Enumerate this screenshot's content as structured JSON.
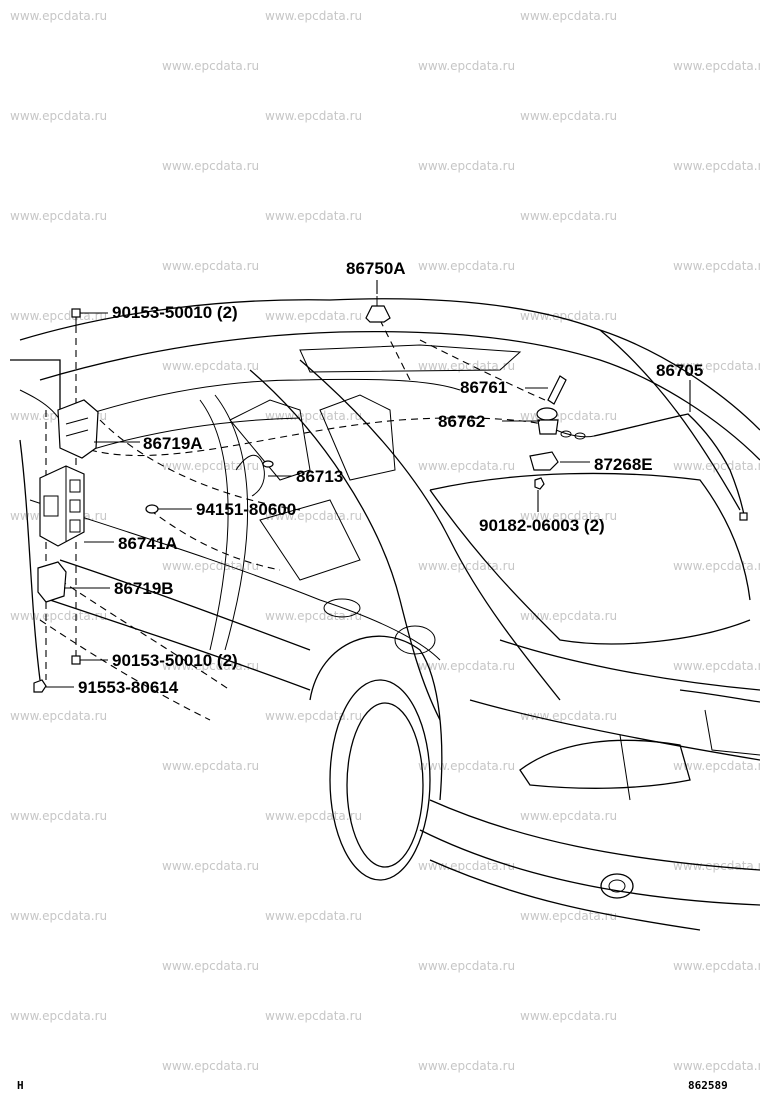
{
  "watermark": "www.epcdata.ru",
  "part_labels": {
    "p86750A": "86750A",
    "p90153_top": "90153-50010 (2)",
    "p86761": "86761",
    "p86705": "86705",
    "p86762": "86762",
    "p86719A": "86719A",
    "p87268E": "87268E",
    "p86713": "86713",
    "p94151": "94151-80600",
    "p90182": "90182-06003 (2)",
    "p86741A": "86741A",
    "p86719B": "86719B",
    "p90153_bottom": "90153-50010 (2)",
    "p91553": "91553-80614"
  },
  "footer": {
    "left_code": "H",
    "right_code": "862589"
  }
}
